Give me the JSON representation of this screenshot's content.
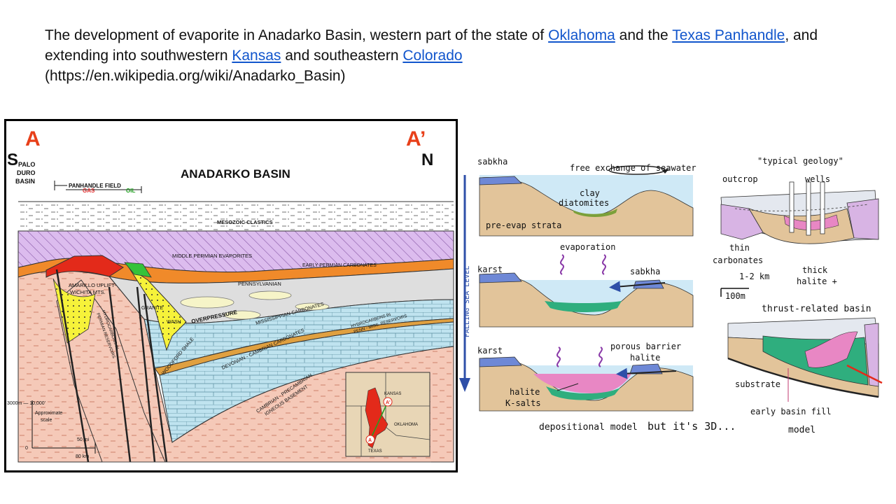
{
  "caption": {
    "part1": "The development of evaporite in Anadarko Basin, western part of the state of ",
    "link_oklahoma": "Oklahoma",
    "part2": " and the ",
    "link_texas_panhandle": "Texas Panhandle",
    "part3": ", and extending into southwestern ",
    "link_kansas": "Kansas",
    "part4": " and southeastern ",
    "link_colorado": "Colorado",
    "source": "(https://en.wikipedia.org/wiki/Anadarko_Basin)"
  },
  "section": {
    "label_a": "A",
    "label_a_prime": "A’",
    "dir_s": "S",
    "dir_n": "N",
    "palo_duro": [
      "PALO",
      "DURO",
      "BASIN"
    ],
    "title": "ANADARKO BASIN",
    "panhandle_field": "PANHANDLE FIELD",
    "gas": "GAS",
    "oil": "OIL",
    "mesozoic": "MESOZOIC CLASTICS",
    "middle_permian": "MIDDLE PERMIAN EVAPORITES",
    "early_permian": "EARLY PERMIAN CARBONATES",
    "pennsylvanian": "PENNSYLVANIAN",
    "overpressure": "OVERPRESSURE",
    "mississippian": "MISSISSIPPIAN CARBONATES",
    "devonian": "DEVONIAN - CAMBRIAN CARBONATES",
    "cambrian": [
      "CAMBRIAN - PRECAMBRIAN",
      "IGNEOUS BASEMENT"
    ],
    "amarillo": [
      "AMARILLO UPLIFT-",
      "WICHITA MTS."
    ],
    "granite": "GRANITE",
    "wash": "WASH",
    "woodford": "WOODFORD SHALE",
    "hydrocarbons_permian": [
      "HYDROCARBONS IN",
      "PERMIAN RESERVOIRS"
    ],
    "hydrocarbons_penn": [
      "HYDROCARBONS IN",
      "PENN - MISS. RESERVOIRS"
    ],
    "scale_vertical": "3000m — 10,000'",
    "scale_approx": [
      "Approximate",
      "scale"
    ],
    "scale_zero": "0",
    "scale_mi": "50 mi",
    "scale_km": "80 km",
    "inset_kansas": "KANSAS",
    "inset_oklahoma": "OKLAHOMA",
    "inset_texas": "TEXAS",
    "inset_a": "A",
    "inset_a_prime": "A'"
  },
  "models": {
    "falling": "FALLING SEA LEVEL",
    "p1_sabkha": "sabkha",
    "p1_exchange": "free exchange of seawater",
    "p1_clay": "clay",
    "p1_diatomites": "diatomites",
    "p1_preevap": "pre-evap strata",
    "p2_karst": "karst",
    "p2_evaporation": "evaporation",
    "p2_sabkha": "sabkha",
    "p3_karst": "karst",
    "p3_porous": "porous barrier",
    "p3_halite_barrier": "halite",
    "p3_halite": "halite",
    "p3_ksalts": "K-salts",
    "depositional": "depositional model",
    "but3d": "but it's 3D...",
    "typical": "\"typical geology\"",
    "outcrop": "outcrop",
    "wells": "wells",
    "thin": "thin",
    "carbonates": "carbonates",
    "km": "1-2 km",
    "thick": "thick",
    "halite_plus": "halite +",
    "m100": "100m",
    "thrust": "thrust-related basin",
    "substrate": "substrate",
    "early_fill": "early basin fill",
    "model": "model"
  },
  "colors": {
    "link": "#1155cc",
    "red_label": "#e8401a",
    "permian_evaporites": "#d9b8ec",
    "early_permian_carbonates": "#f08a2a",
    "pennsylvanian": "#d9d9d9",
    "carbonates_blue": "#b8e0ec",
    "basement": "#f5c9b8",
    "granite_wash": "#f6f23a",
    "woodford": "#e0a040",
    "seawater": "#cfe9f6",
    "strata": "#e2c49a",
    "halite_pink": "#e887c4",
    "green_mud": "#2fae7e",
    "barrier_blue": "#6e88d6",
    "arrow_blue": "#2e4fa8",
    "purple": "#8a3aa8"
  }
}
